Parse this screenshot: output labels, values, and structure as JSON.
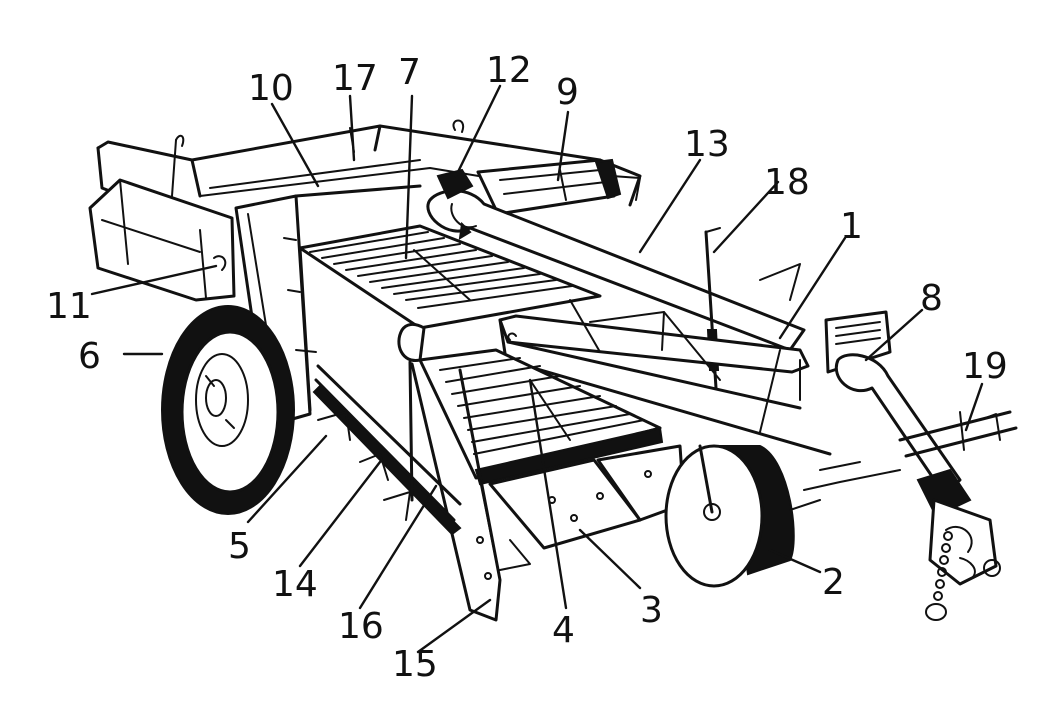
{
  "figure": {
    "subject": "potato-harvester-drawing",
    "callouts": [
      {
        "id": "c1",
        "label": "1"
      },
      {
        "id": "c2",
        "label": "2"
      },
      {
        "id": "c3",
        "label": "3"
      },
      {
        "id": "c4",
        "label": "4"
      },
      {
        "id": "c5",
        "label": "5"
      },
      {
        "id": "c6",
        "label": "6"
      },
      {
        "id": "c7",
        "label": "7"
      },
      {
        "id": "c8",
        "label": "8"
      },
      {
        "id": "c9",
        "label": "9"
      },
      {
        "id": "c10",
        "label": "10"
      },
      {
        "id": "c11",
        "label": "11"
      },
      {
        "id": "c12",
        "label": "12"
      },
      {
        "id": "c13",
        "label": "13"
      },
      {
        "id": "c14",
        "label": "14"
      },
      {
        "id": "c15",
        "label": "15"
      },
      {
        "id": "c16",
        "label": "16"
      },
      {
        "id": "c17",
        "label": "17"
      },
      {
        "id": "c18",
        "label": "18"
      },
      {
        "id": "c19",
        "label": "19"
      }
    ]
  }
}
